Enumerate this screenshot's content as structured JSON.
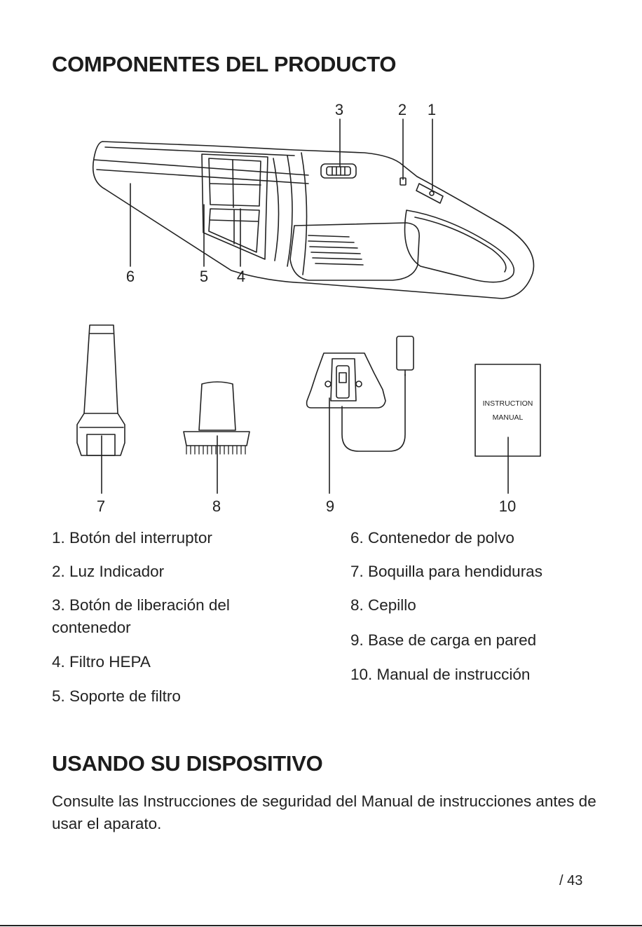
{
  "title": "COMPONENTES DEL PRODUCTO",
  "diagram": {
    "callouts": [
      "1",
      "2",
      "3",
      "4",
      "5",
      "6",
      "7",
      "8",
      "9",
      "10"
    ],
    "manual_label_line1": "INSTRUCTION",
    "manual_label_line2": "MANUAL",
    "icons": [
      "handheld-vacuum-icon",
      "crevice-nozzle-icon",
      "brush-icon",
      "wall-charging-base-icon",
      "power-adapter-icon",
      "instruction-manual-icon"
    ]
  },
  "parts_left": [
    "1. Botón del interruptor",
    "2. Luz Indicador",
    "3. Botón de liberación del",
    "contenedor",
    "4. Filtro HEPA",
    "5. Soporte de filtro"
  ],
  "parts_right": [
    "6. Contenedor de polvo",
    "7. Boquilla para hendiduras",
    "8. Cepillo",
    "9. Base de carga en pared",
    "10. Manual de instrucción"
  ],
  "section_title": "USANDO SU DISPOSITIVO",
  "intro_text": "Consulte las Instrucciones de seguridad del Manual de instrucciones antes de usar el aparato.",
  "page_number": "/ 43"
}
